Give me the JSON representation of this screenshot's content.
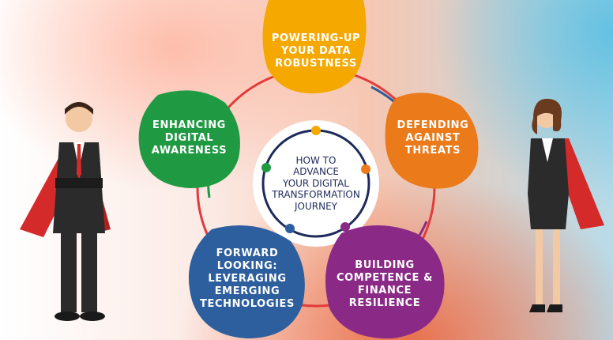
{
  "center": {
    "title": "HOW TO\nADVANCE\nYOUR DIGITAL\nTRANSFORMATION\nJOURNEY"
  },
  "nodes": [
    {
      "id": "powering-up",
      "label": "POWERING-UP\nYOUR DATA\nROBUSTNESS",
      "color": "#f5a800"
    },
    {
      "id": "defending",
      "label": "DEFENDING\nAGAINST\nTHREATS",
      "color": "#ea7a1a"
    },
    {
      "id": "building",
      "label": "BUILDING\nCOMPETENCE &\nFINANCE\nRESILIENCE",
      "color": "#8a2a86"
    },
    {
      "id": "forward-looking",
      "label": "FORWARD\nLOOKING:\nLEVERAGING\nEMERGING\nTECHNOLOGIES",
      "color": "#2d5f9e"
    },
    {
      "id": "enhancing",
      "label": "ENHANCING\nDIGITAL\nAWARENESS",
      "color": "#1f9a43"
    }
  ],
  "colors": {
    "ring": "#ffffff",
    "ring_border": "#1e2a5a",
    "connector": "#e23b3b",
    "cape": "#d42a2a",
    "suit": "#2b2b2b"
  },
  "icons": [
    "businessman-figure-icon",
    "businesswoman-figure-icon"
  ]
}
